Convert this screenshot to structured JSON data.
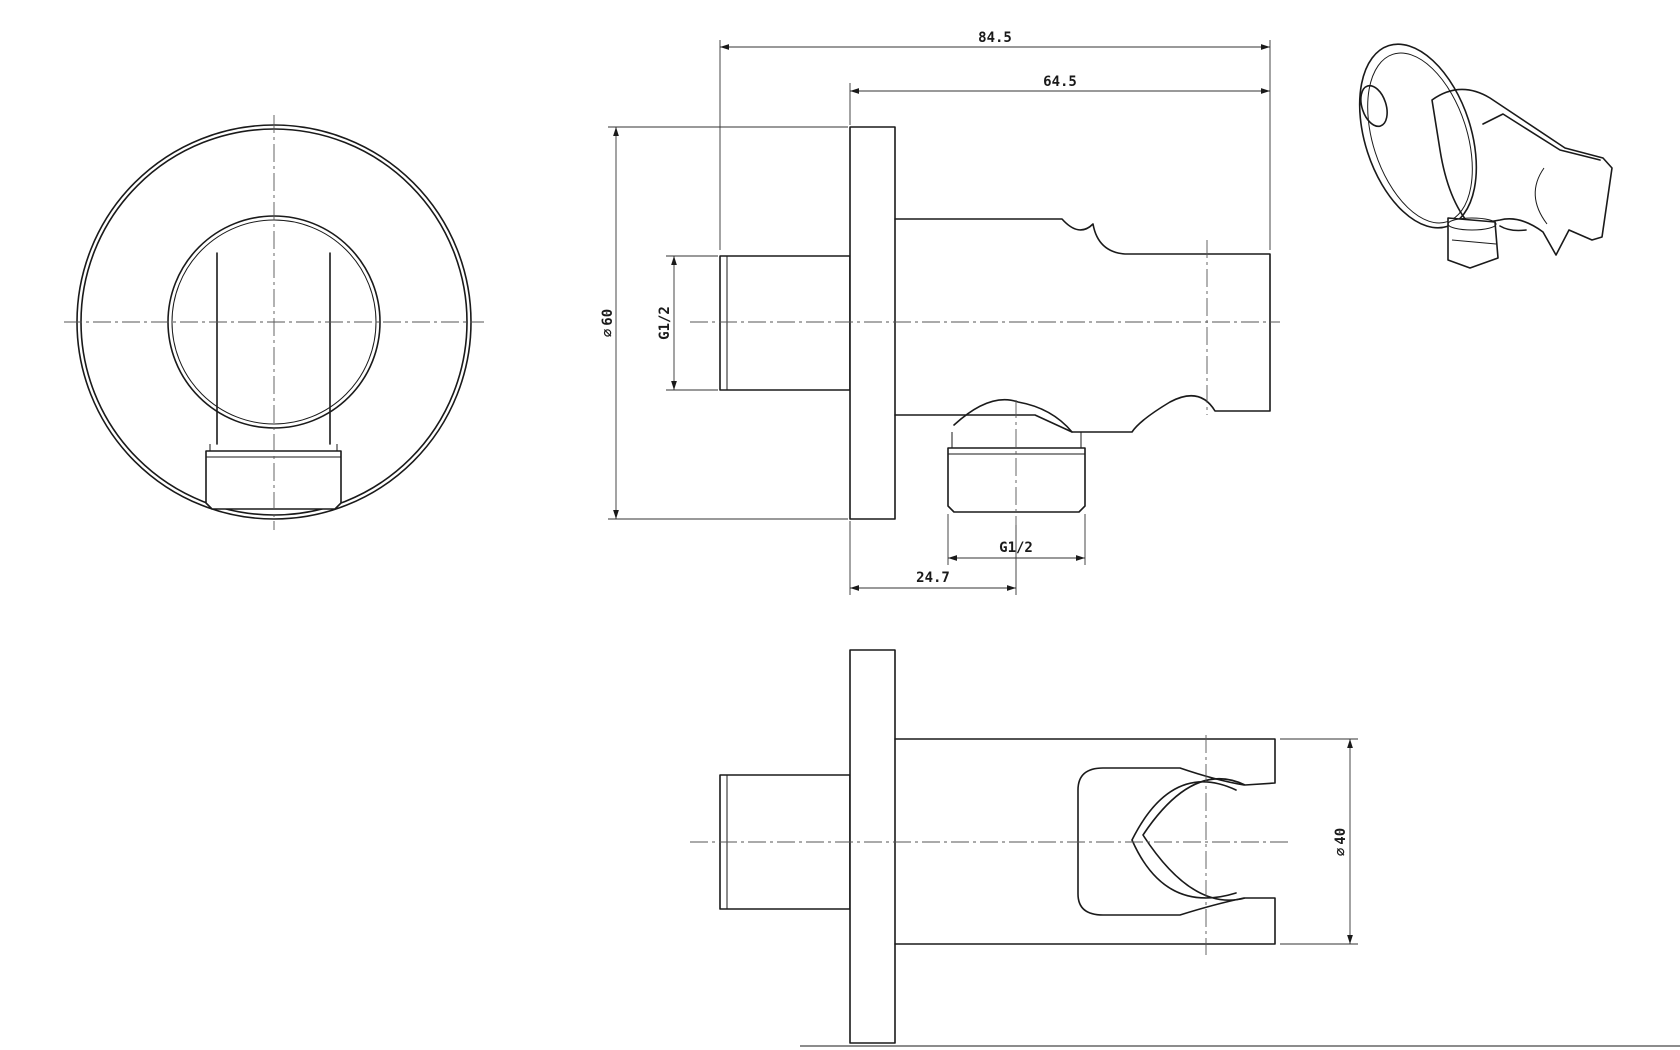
{
  "dimensions": {
    "overall_length": "84.5",
    "body_length": "64.5",
    "flange_diameter": "60",
    "inlet_thread": "G1/2",
    "outlet_thread": "G1/2",
    "outlet_offset": "24.7",
    "holder_diameter": "40",
    "diameter_symbol": "⌀"
  },
  "colors": {
    "line": "#1a1a1a",
    "background": "#ffffff"
  }
}
